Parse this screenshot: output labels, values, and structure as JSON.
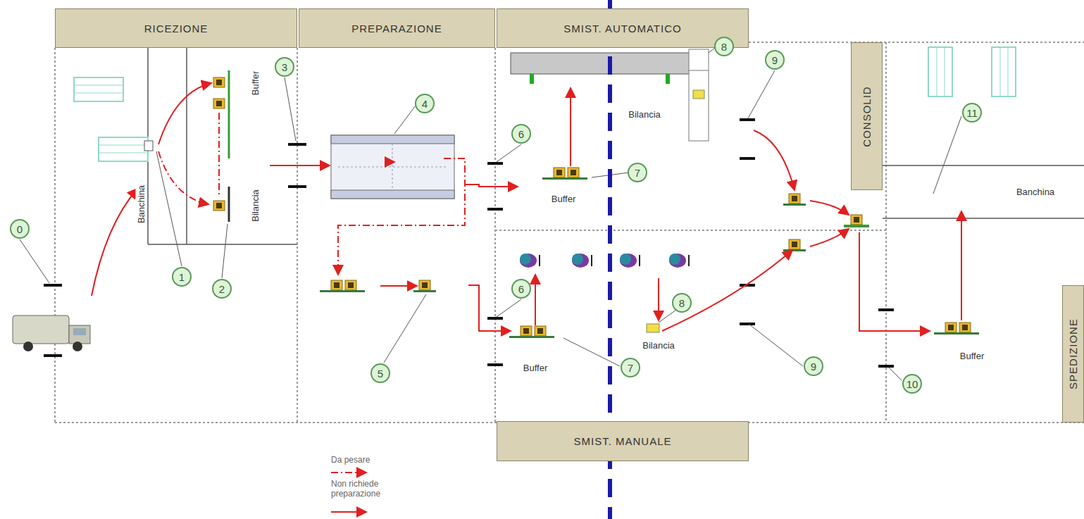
{
  "diagram": {
    "nodes": [
      {
        "text": [
          "RICEZIONE"
        ]
      },
      {
        "text": [
          "PREPARAZIONE"
        ]
      },
      {
        "text": [
          "SMIST. AUTOMATICO"
        ]
      },
      {
        "text": [
          "SMIST. MANUALE"
        ]
      },
      {
        "text": [
          "CONSOLID"
        ]
      },
      {
        "text": [
          "SPEDIZIONE"
        ]
      }
    ],
    "labels": [
      "0",
      "Banchina",
      "1",
      "Buffer",
      "Bilancia",
      "2",
      "3",
      "4",
      "5",
      "6",
      "8",
      "9",
      "Bilancia",
      "7",
      "Buffer",
      "6",
      "8",
      "Bilancia",
      "Buffer",
      "7",
      "9",
      "11",
      "Banchina",
      "Buffer",
      "10"
    ],
    "legend": [
      {
        "text": "Da pesare"
      },
      {
        "text": "Non richiede preparazione"
      }
    ]
  }
}
